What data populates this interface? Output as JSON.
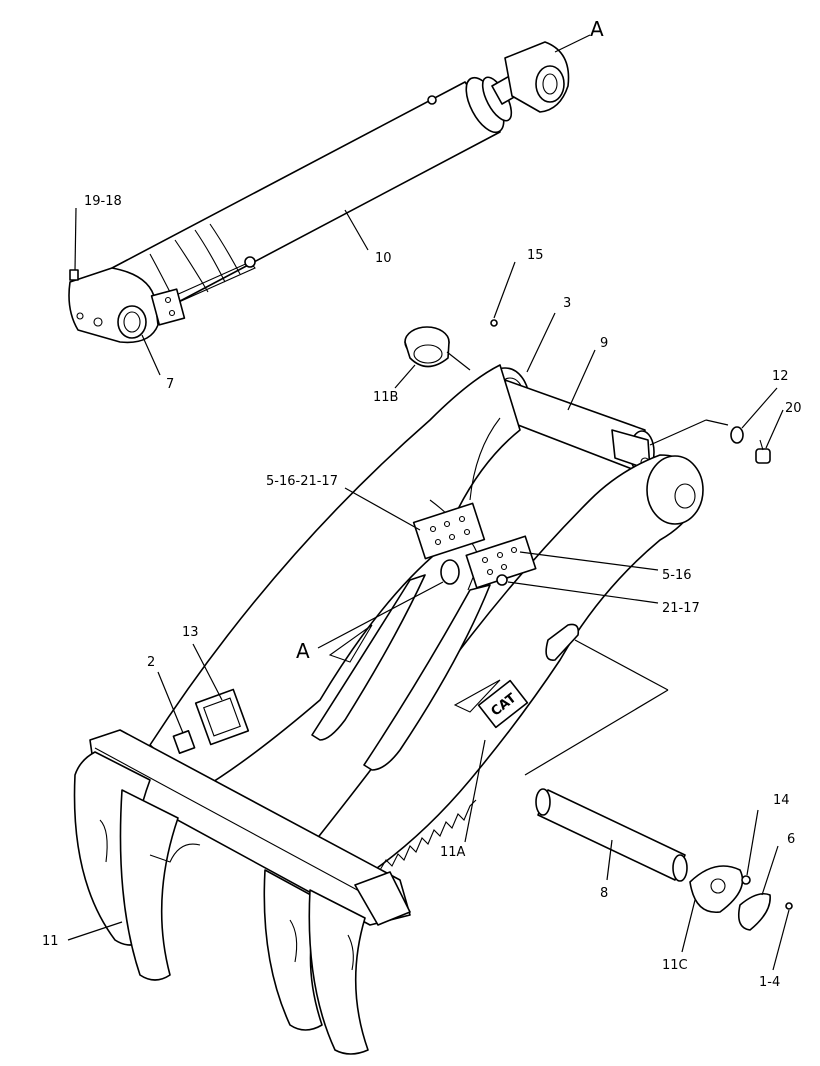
{
  "callouts": [
    {
      "id": "A_top",
      "text": "A"
    },
    {
      "id": "19_18",
      "text": "19-18"
    },
    {
      "id": "10",
      "text": "10"
    },
    {
      "id": "7",
      "text": "7"
    },
    {
      "id": "15",
      "text": "15"
    },
    {
      "id": "3",
      "text": "3"
    },
    {
      "id": "9",
      "text": "9"
    },
    {
      "id": "11B",
      "text": "11B"
    },
    {
      "id": "12",
      "text": "12"
    },
    {
      "id": "20",
      "text": "20"
    },
    {
      "id": "5_16_21_17",
      "text": "5-16-21-17"
    },
    {
      "id": "5_16",
      "text": "5-16"
    },
    {
      "id": "21_17",
      "text": "21-17"
    },
    {
      "id": "A_mid",
      "text": "A"
    },
    {
      "id": "13",
      "text": "13"
    },
    {
      "id": "2",
      "text": "2"
    },
    {
      "id": "11A",
      "text": "11A"
    },
    {
      "id": "14",
      "text": "14"
    },
    {
      "id": "6",
      "text": "6"
    },
    {
      "id": "8",
      "text": "8"
    },
    {
      "id": "11",
      "text": "11"
    },
    {
      "id": "11C",
      "text": "11C"
    },
    {
      "id": "1_4",
      "text": "1-4"
    }
  ],
  "decal_text": "CAT"
}
